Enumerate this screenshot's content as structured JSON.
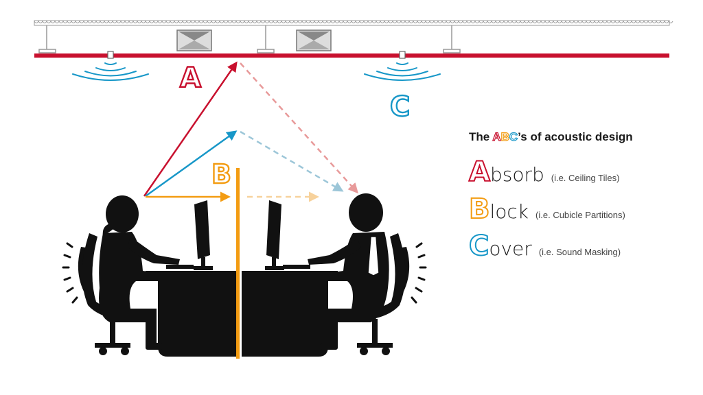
{
  "colors": {
    "red": "#c8102e",
    "blue": "#1797c8",
    "orange": "#f39c12",
    "black": "#111111",
    "pink_dashed": "#e89a9a",
    "lightblue_dashed": "#9cc6d8",
    "peach_dashed": "#f7d29c"
  },
  "labels": {
    "a": "A",
    "b": "B",
    "c": "C"
  },
  "legend": {
    "title_prefix": "The ",
    "title_a": "A",
    "title_b": "B",
    "title_c": "C",
    "title_suffix": "’s of acoustic design",
    "items": [
      {
        "letter": "A",
        "word": "bsorb",
        "note": "(i.e. Ceiling Tiles)"
      },
      {
        "letter": "B",
        "word": "lock",
        "note": "(i.e. Cubicle Partitions)"
      },
      {
        "letter": "C",
        "word": "over",
        "note": "(i.e. Sound Masking)"
      }
    ]
  }
}
